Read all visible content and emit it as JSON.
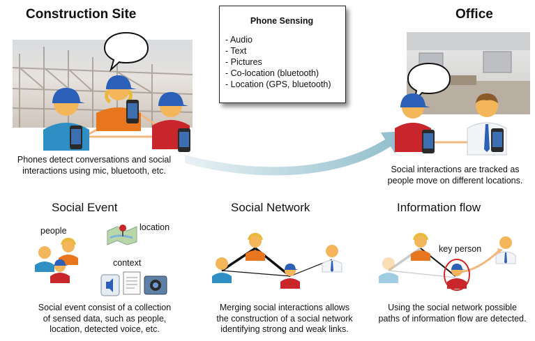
{
  "top": {
    "construction_title": "Construction Site",
    "office_title": "Office",
    "construction_caption": [
      "Phones detect conversations and social",
      "interactions using mic, bluetooth, etc."
    ],
    "office_caption": [
      "Social interactions are tracked as",
      "people move on different locations."
    ]
  },
  "phone_sensing": {
    "title": "Phone Sensing",
    "items": [
      "Audio",
      "Text",
      "Pictures",
      "Co-location (bluetooth)",
      "Location (GPS, bluetooth)"
    ]
  },
  "social_event": {
    "title": "Social Event",
    "label_people": "people",
    "label_location": "location",
    "label_context": "context",
    "caption": [
      "Social event consist of a collection",
      "of sensed data, such as people,",
      "location, detected voice, etc."
    ]
  },
  "social_network": {
    "title": "Social Network",
    "caption": [
      "Merging social interactions allows",
      "the construction of a social network",
      "identifying strong and weak links."
    ]
  },
  "information_flow": {
    "title": "Information flow",
    "label_key_person": "key person",
    "caption": [
      "Using the social network possible",
      "paths of information flow are detected."
    ]
  },
  "colors": {
    "worker_blue_shirt": "#2f8fc4",
    "worker_orange_shirt": "#e8761e",
    "worker_red_shirt": "#c8262a",
    "cap_blue": "#2b5fb8",
    "skin": "#f4b65a",
    "link": "#f2b880",
    "arrow": "#a9cdd8",
    "key_ring": "#d3272b"
  }
}
